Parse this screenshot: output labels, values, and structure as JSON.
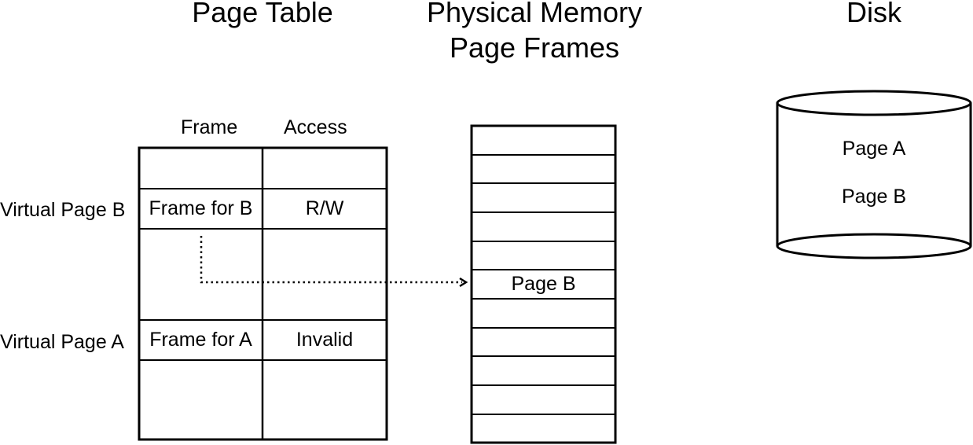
{
  "titles": {
    "page_table": "Page Table",
    "physical_memory_line1": "Physical Memory",
    "physical_memory_line2": "Page Frames",
    "disk": "Disk"
  },
  "page_table": {
    "col_frame": "Frame",
    "col_access": "Access",
    "row_b": {
      "label": "Virtual Page B",
      "frame": "Frame for B",
      "access": "R/W"
    },
    "row_a": {
      "label": "Virtual Page A",
      "frame": "Frame for A",
      "access": "Invalid"
    }
  },
  "physical_memory": {
    "page_b": "Page B"
  },
  "disk": {
    "page_a": "Page A",
    "page_b": "Page B"
  }
}
